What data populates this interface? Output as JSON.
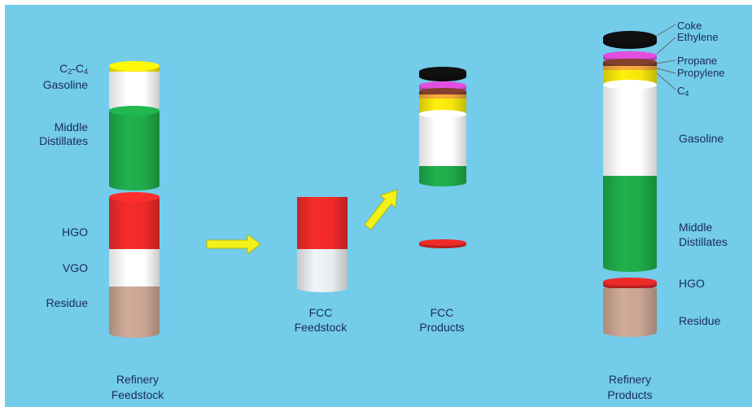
{
  "colors": {
    "background": "#72ccea",
    "coke": "#101010",
    "ethylene": "#e24fe0",
    "propane": "#7a3a2a",
    "propylene": "#f0a83a",
    "c4": "#f5e60a",
    "lpg_band": "#f5e60a",
    "gasoline": "#ffffff",
    "middle_distillates": "#1faa4a",
    "hgo": "#ee2a2a",
    "vgo": "#ffffff",
    "residue": "#c9a492",
    "arrow": "#f2f21a"
  },
  "refinery_feedstock": {
    "labels": {
      "c2c4": {
        "main": "C",
        "sub1": "2",
        "dash": "-C",
        "sub2": "4"
      },
      "gasoline": "Gasoline",
      "middle_distillates_1": "Middle",
      "middle_distillates_2": "Distillates",
      "hgo": "HGO",
      "vgo": "VGO",
      "residue": "Residue"
    },
    "caption_1": "Refinery",
    "caption_2": "Feedstock"
  },
  "fcc_feedstock": {
    "caption_1": "FCC",
    "caption_2": "Feedstock"
  },
  "fcc_products": {
    "caption_1": "FCC",
    "caption_2": "Products"
  },
  "refinery_products": {
    "labels": {
      "coke": "Coke",
      "ethylene": "Ethylene",
      "propane": "Propane",
      "propylene": "Propylene",
      "c4": {
        "main": "C",
        "sub": "4"
      },
      "gasoline": "Gasoline",
      "middle_distillates_1": "Middle",
      "middle_distillates_2": "Distillates",
      "hgo": "HGO",
      "residue": "Residue"
    },
    "caption_1": "Refinery",
    "caption_2": "Products"
  }
}
